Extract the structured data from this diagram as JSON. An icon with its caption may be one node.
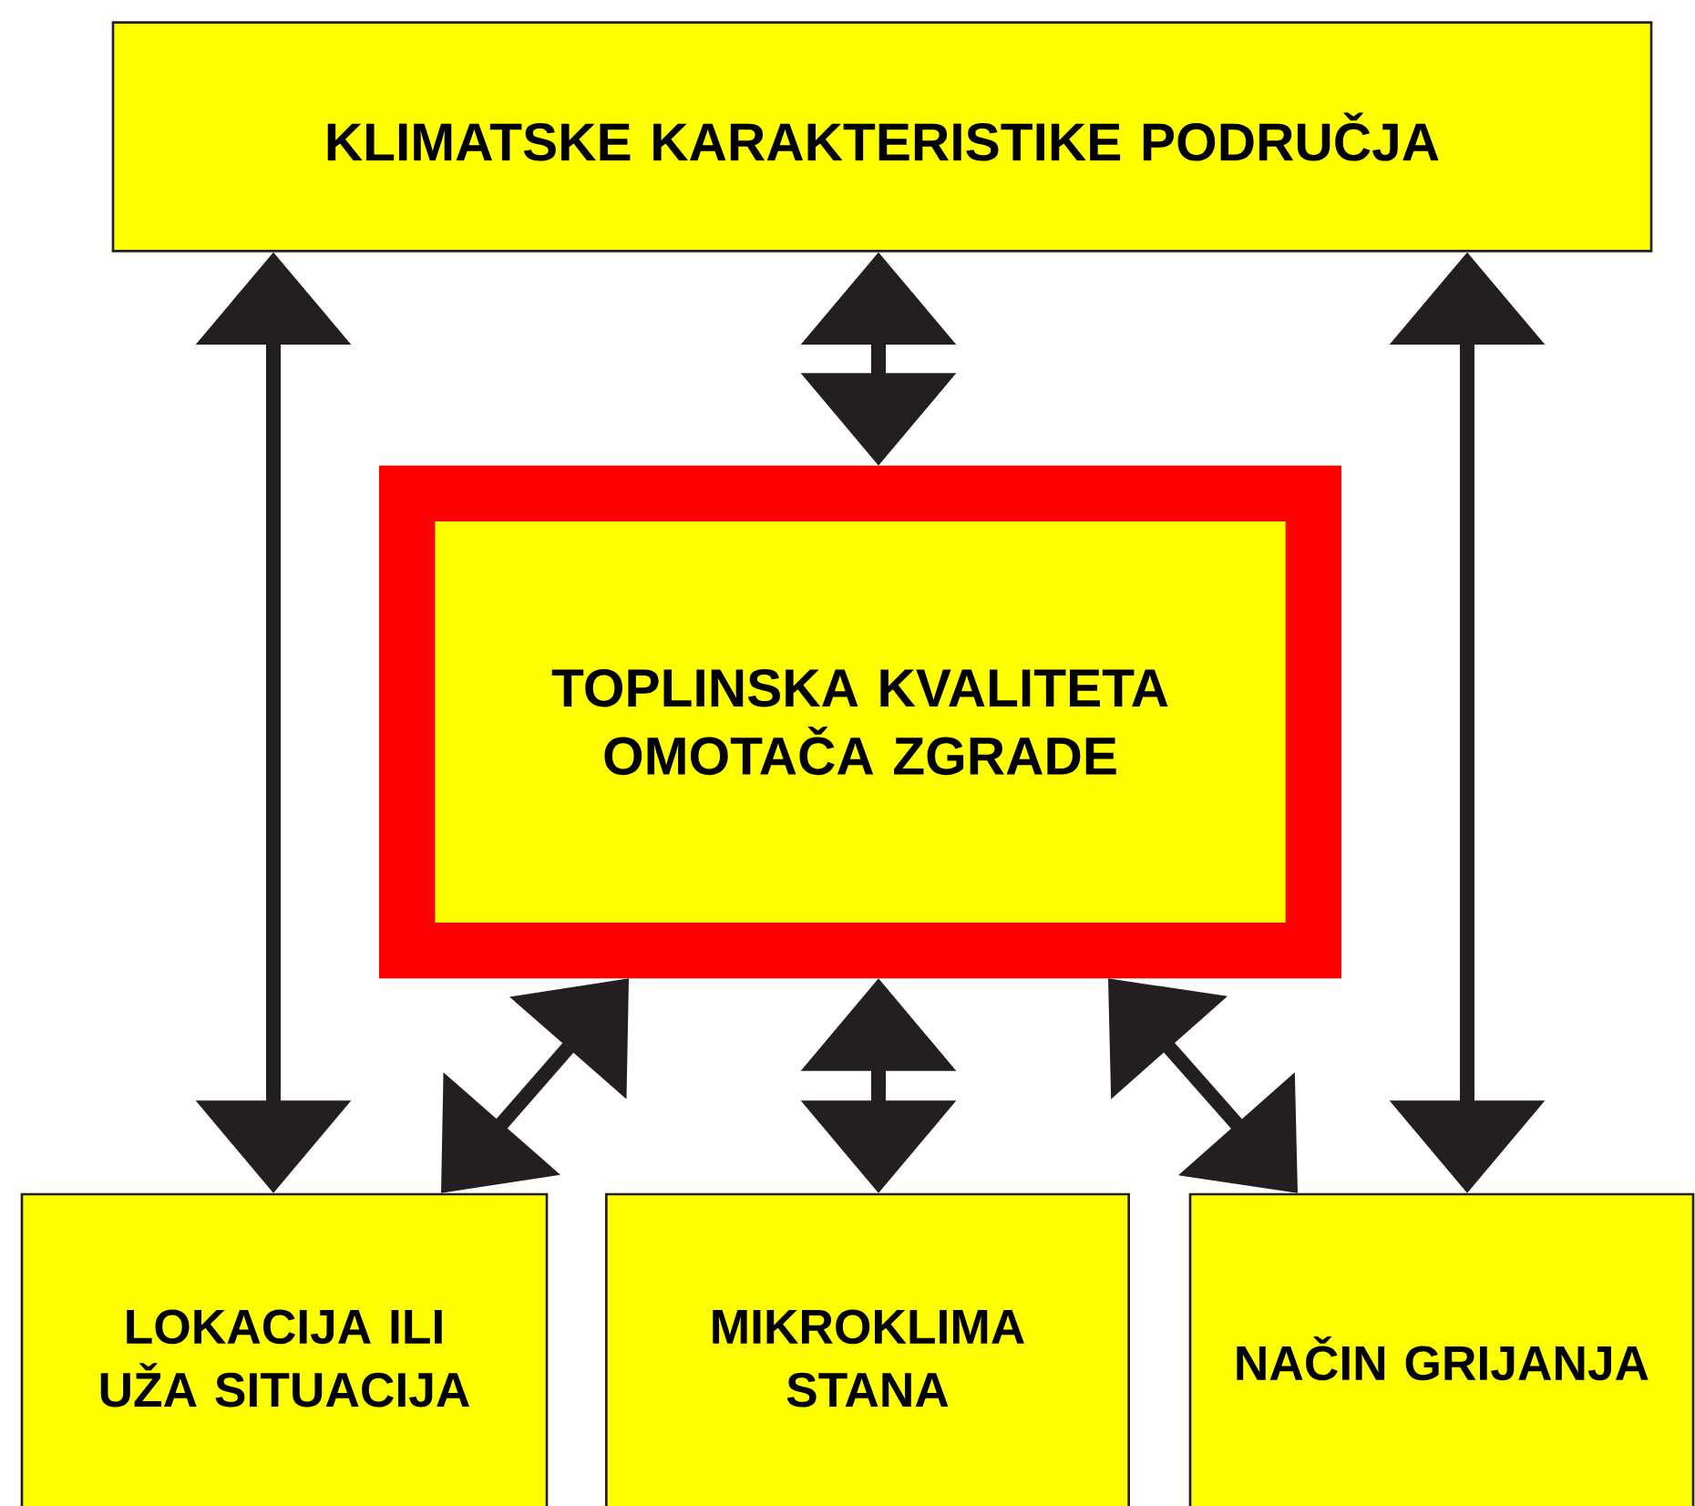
{
  "diagram": {
    "nodes": [
      {
        "text": [
          "KLIMATSKE KARAKTERISTIKE PODRUČJA"
        ]
      },
      {
        "text": [
          "TOPLINSKA KVALITETA OMOTAČA ZGRADE"
        ]
      },
      {
        "text": [
          "LOKACIJA ILI UŽA SITUACIJA"
        ]
      },
      {
        "text": [
          "MIKROKLIMA STANA"
        ]
      },
      {
        "text": [
          "NAČIN GRIJANJA"
        ]
      }
    ],
    "edges": [
      {
        "from": 0,
        "to": 2,
        "arrow": "both"
      },
      {
        "from": 0,
        "to": 1,
        "arrow": "both"
      },
      {
        "from": 0,
        "to": 4,
        "arrow": "both"
      },
      {
        "from": 1,
        "to": 2,
        "arrow": "both"
      },
      {
        "from": 1,
        "to": 3,
        "arrow": "both"
      },
      {
        "from": 1,
        "to": 4,
        "arrow": "both"
      }
    ]
  }
}
